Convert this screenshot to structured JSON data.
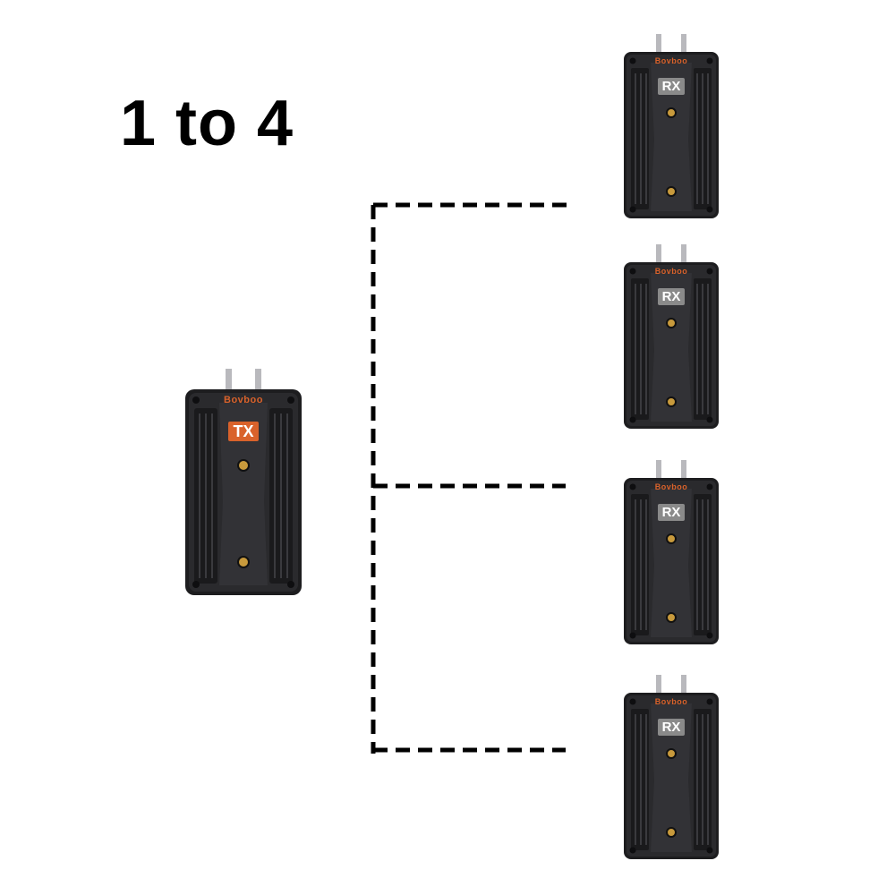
{
  "heading": "1 to 4",
  "brand": "Bovboo",
  "transmitter": {
    "label": "TX",
    "badge_color": "#d9622b"
  },
  "receivers": [
    {
      "label": "RX",
      "badge_color": "#8a8a8a"
    },
    {
      "label": "RX",
      "badge_color": "#8a8a8a"
    },
    {
      "label": "RX",
      "badge_color": "#8a8a8a"
    },
    {
      "label": "RX",
      "badge_color": "#8a8a8a"
    }
  ],
  "colors": {
    "body": "#1d1d1f",
    "line": "#000000",
    "screw": "#c89a3c"
  }
}
